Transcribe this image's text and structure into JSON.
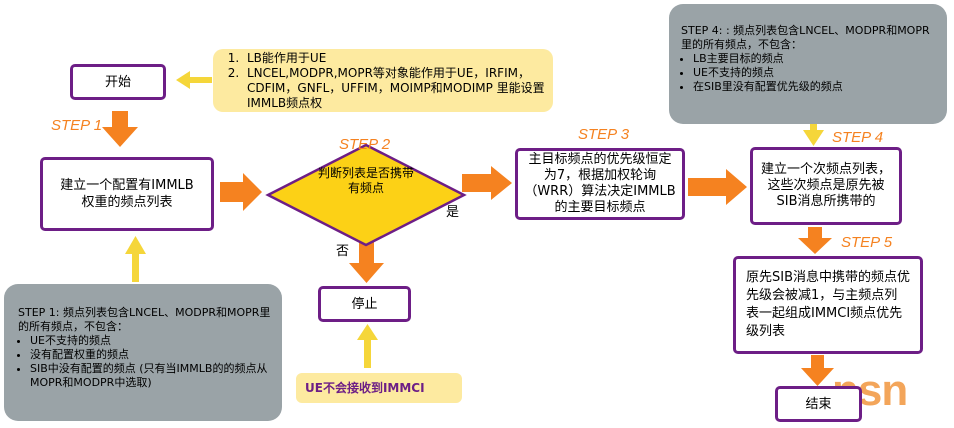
{
  "steps": {
    "step1": "STEP 1",
    "step2": "STEP 2",
    "step3": "STEP 3",
    "step4": "STEP 4",
    "step5": "STEP 5"
  },
  "boxes": {
    "start": "开始",
    "build_list": "建立一个配置有IMMLB权重的频点列表",
    "decision": "判断列表是否携带有频点",
    "primary_target": "主目标频点的优先级恒定为7，根据加权轮询（WRR）算法决定IMMLB的主要目标频点",
    "secondary_list": "建立一个次频点列表，这些次频点是原先被SIB消息所携带的",
    "priority_merge": "原先SIB消息中携带的频点优先级会被减1，与主频点列表一起组成IMMCI频点优先级列表",
    "stop": "停止",
    "end": "结束"
  },
  "branches": {
    "yes": "是",
    "no": "否"
  },
  "notes": {
    "lb_notes": [
      "LB能作用于UE",
      "LNCEL,MODPR,MOPR等对象能作用于UE，IRFIM，CDFIM，GNFL，UFFIM，MOIMP和MODIMP 里能设置IMMLB频点权"
    ],
    "step1_note": {
      "intro": "STEP 1: 频点列表包含LNCEL、MODPR和MOPR里的所有频点，不包含：",
      "items": [
        "UE不支持的频点",
        "没有配置权重的频点",
        "SIB中没有配置的频点 (只有当IMMLB的的频点从MOPR和MODPR中选取)"
      ]
    },
    "step4_note": {
      "intro": "STEP 4: : 频点列表包含LNCEL、MODPR和MOPR里的所有频点，不包含：",
      "items": [
        "LB主要目标的频点",
        "UE不支持的频点",
        "在SIB里没有配置优先级的频点"
      ]
    },
    "immci_note": "UE不会接收到IMMCI"
  },
  "logo": "nsn",
  "colors": {
    "arrow_orange": "#f58220",
    "arrow_yellow": "#f5d63a",
    "box_border": "#6d1e86",
    "decision_fill": "#fcd116",
    "note_yellow": "#fdeaa0",
    "note_grey": "#9aa3a7"
  }
}
